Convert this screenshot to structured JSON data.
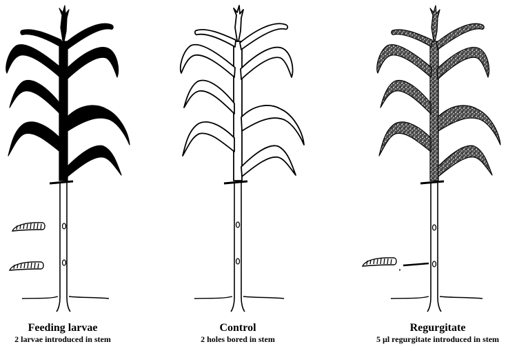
{
  "panels": [
    {
      "title": "Feeding larvae",
      "subtitle": "2 larvae introduced in stem"
    },
    {
      "title": "Control",
      "subtitle": "2 holes bored in stem"
    },
    {
      "title": "Regurgitate",
      "subtitle": "5 µl regurgitate introduced in stem"
    }
  ],
  "colors": {
    "ink": "#000000",
    "paper": "#ffffff"
  }
}
